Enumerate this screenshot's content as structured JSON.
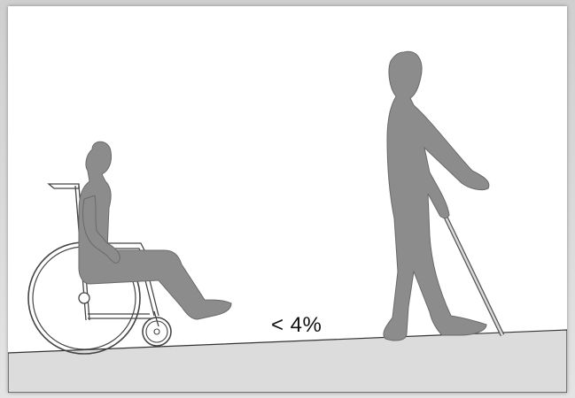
{
  "diagram": {
    "slope_label": "< 4%",
    "colors": {
      "figure_fill": "#8c8c8c",
      "figure_stroke": "#6a6a6a",
      "ground_fill": "#dcdcdc",
      "outline": "#444444",
      "background": "#ffffff"
    },
    "elements": [
      "wheelchair-user-figure",
      "walking-person-with-cane-figure",
      "sloped-ground"
    ]
  }
}
